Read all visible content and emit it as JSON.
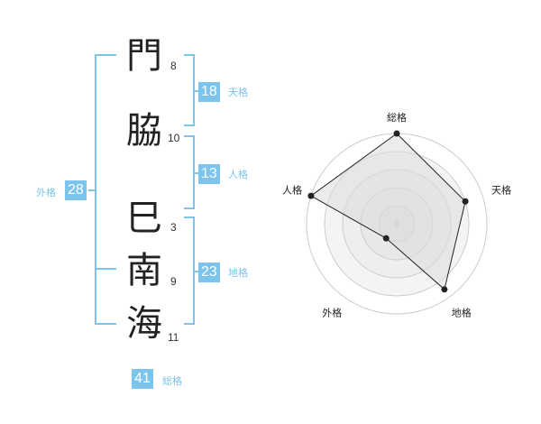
{
  "characters": [
    {
      "char": "門",
      "strokes": "8"
    },
    {
      "char": "脇",
      "strokes": "10"
    },
    {
      "char": "巳",
      "strokes": "3"
    },
    {
      "char": "南",
      "strokes": "9"
    },
    {
      "char": "海",
      "strokes": "11"
    }
  ],
  "fortunes": {
    "tenkaku": {
      "value": "18",
      "label": "天格"
    },
    "jinkaku": {
      "value": "13",
      "label": "人格"
    },
    "chikaku": {
      "value": "23",
      "label": "地格"
    },
    "gaikaku": {
      "value": "28",
      "label": "外格"
    },
    "soukaku": {
      "value": "41",
      "label": "総格"
    }
  },
  "colors": {
    "accent": "#7cc4ec",
    "polygon_fill": "#ebebeb",
    "ring": "#cccccc"
  },
  "chart_data": {
    "type": "radar",
    "axes": [
      "総格",
      "天格",
      "地格",
      "外格",
      "人格"
    ],
    "values": [
      5,
      4,
      4.5,
      1,
      5
    ],
    "max": 5,
    "rings": 5
  }
}
